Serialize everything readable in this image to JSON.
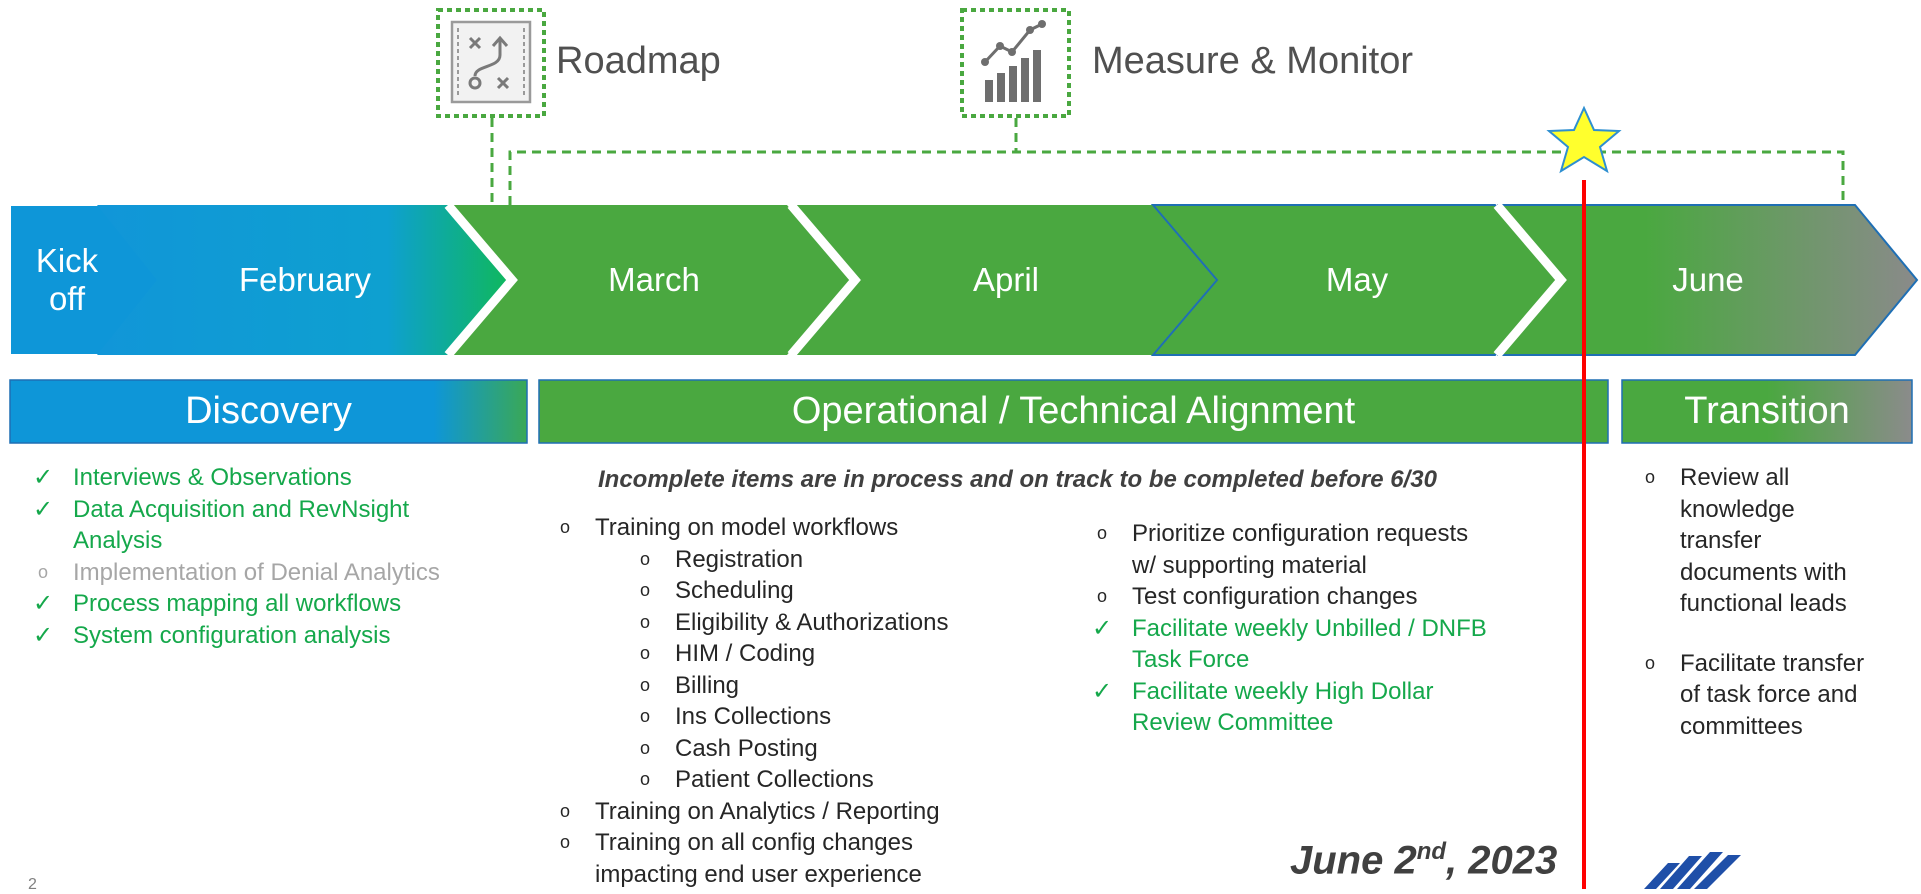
{
  "milestones": {
    "roadmap": {
      "label": "Roadmap",
      "icon": "roadmap-icon"
    },
    "measure": {
      "label": "Measure & Monitor",
      "icon": "bar-chart-trend-icon"
    }
  },
  "timeline": {
    "kickoff_line1": "Kick",
    "kickoff_line2": "off",
    "months": [
      "February",
      "March",
      "April",
      "May",
      "June"
    ]
  },
  "phases": {
    "discovery": "Discovery",
    "alignment": "Operational / Technical Alignment",
    "transition": "Transition"
  },
  "discovery_items": [
    {
      "text": "Interviews & Observations",
      "status": "complete"
    },
    {
      "text": "Data Acquisition and RevNsight",
      "status": "complete"
    },
    {
      "text": "Analysis",
      "status": "complete-continued"
    },
    {
      "text": "Implementation of Denial Analytics",
      "status": "pending"
    },
    {
      "text": "Process mapping all workflows",
      "status": "complete"
    },
    {
      "text": "System configuration analysis",
      "status": "complete"
    }
  ],
  "alignment_note": "Incomplete items are in process and on track to be completed before 6/30",
  "alignment_left": {
    "training_model": "Training on model workflows",
    "sub_items": [
      "Registration",
      "Scheduling",
      "Eligibility & Authorizations",
      "HIM / Coding",
      "Billing",
      "Ins Collections",
      "Cash Posting",
      "Patient Collections"
    ],
    "training_analytics": "Training on Analytics / Reporting",
    "training_config_line1": "Training on all config changes",
    "training_config_line2": "impacting end user experience"
  },
  "alignment_right": [
    {
      "line1": "Prioritize configuration requests",
      "line2": "w/ supporting material",
      "status": "pending"
    },
    {
      "line1": "Test configuration changes",
      "line2": "",
      "status": "pending"
    },
    {
      "line1": "Facilitate weekly Unbilled / DNFB",
      "line2": "Task Force",
      "status": "complete"
    },
    {
      "line1": "Facilitate weekly High Dollar",
      "line2": "Review Committee",
      "status": "complete"
    }
  ],
  "transition_items": [
    {
      "lines": [
        "Review all",
        "knowledge",
        "transfer",
        "documents with",
        "functional leads"
      ]
    },
    {
      "lines": [
        "Facilitate transfer",
        "of task force and",
        "committees"
      ]
    }
  ],
  "markers": {
    "check": "✓",
    "circle": "o"
  },
  "date": {
    "main": "June 2",
    "sup": "nd",
    "year": ", 2023"
  },
  "page_number": "2",
  "colors": {
    "blue": "#0d97d8",
    "green": "#4aa840",
    "grey": "#8b8b8b",
    "star": "#ffff2d",
    "today_line": "#ff0000",
    "check_green": "#15a84b"
  }
}
